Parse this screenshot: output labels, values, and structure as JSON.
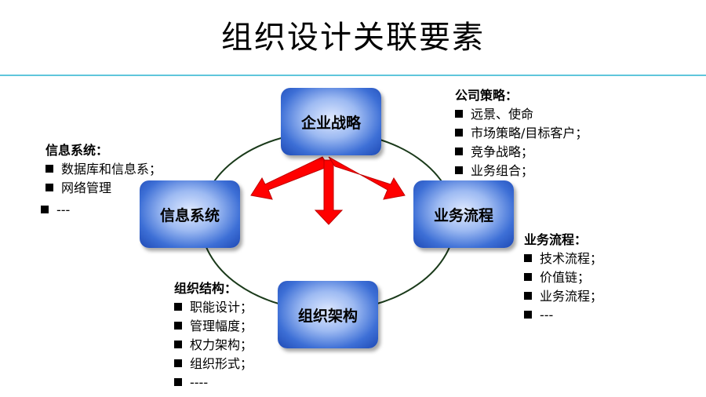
{
  "title": "组织设计关联要素",
  "colors": {
    "rule": "#5fc6dc",
    "arrow": "#ff0000",
    "node_blue": "#3d6fd6",
    "ring": "#1a3a1a"
  },
  "nodes": {
    "strategy": "企业战略",
    "info": "信息系统",
    "process": "业务流程",
    "structure": "组织架构"
  },
  "blocks": {
    "strategy": {
      "heading": "公司策略：",
      "items": [
        "远景、使命",
        "市场策略/目标客户；",
        "竞争战略；",
        "业务组合；"
      ]
    },
    "info": {
      "heading": "信息系统：",
      "items": [
        "数据库和信息系；",
        "网络管理"
      ],
      "extra": "---"
    },
    "process": {
      "heading": "业务流程：",
      "items": [
        "技术流程；",
        "价值链；",
        "业务流程；",
        "---"
      ]
    },
    "structure": {
      "heading": "组织结构：",
      "items": [
        "职能设计；",
        "管理幅度；",
        "权力架构；",
        "组织形式；",
        "----"
      ]
    }
  }
}
